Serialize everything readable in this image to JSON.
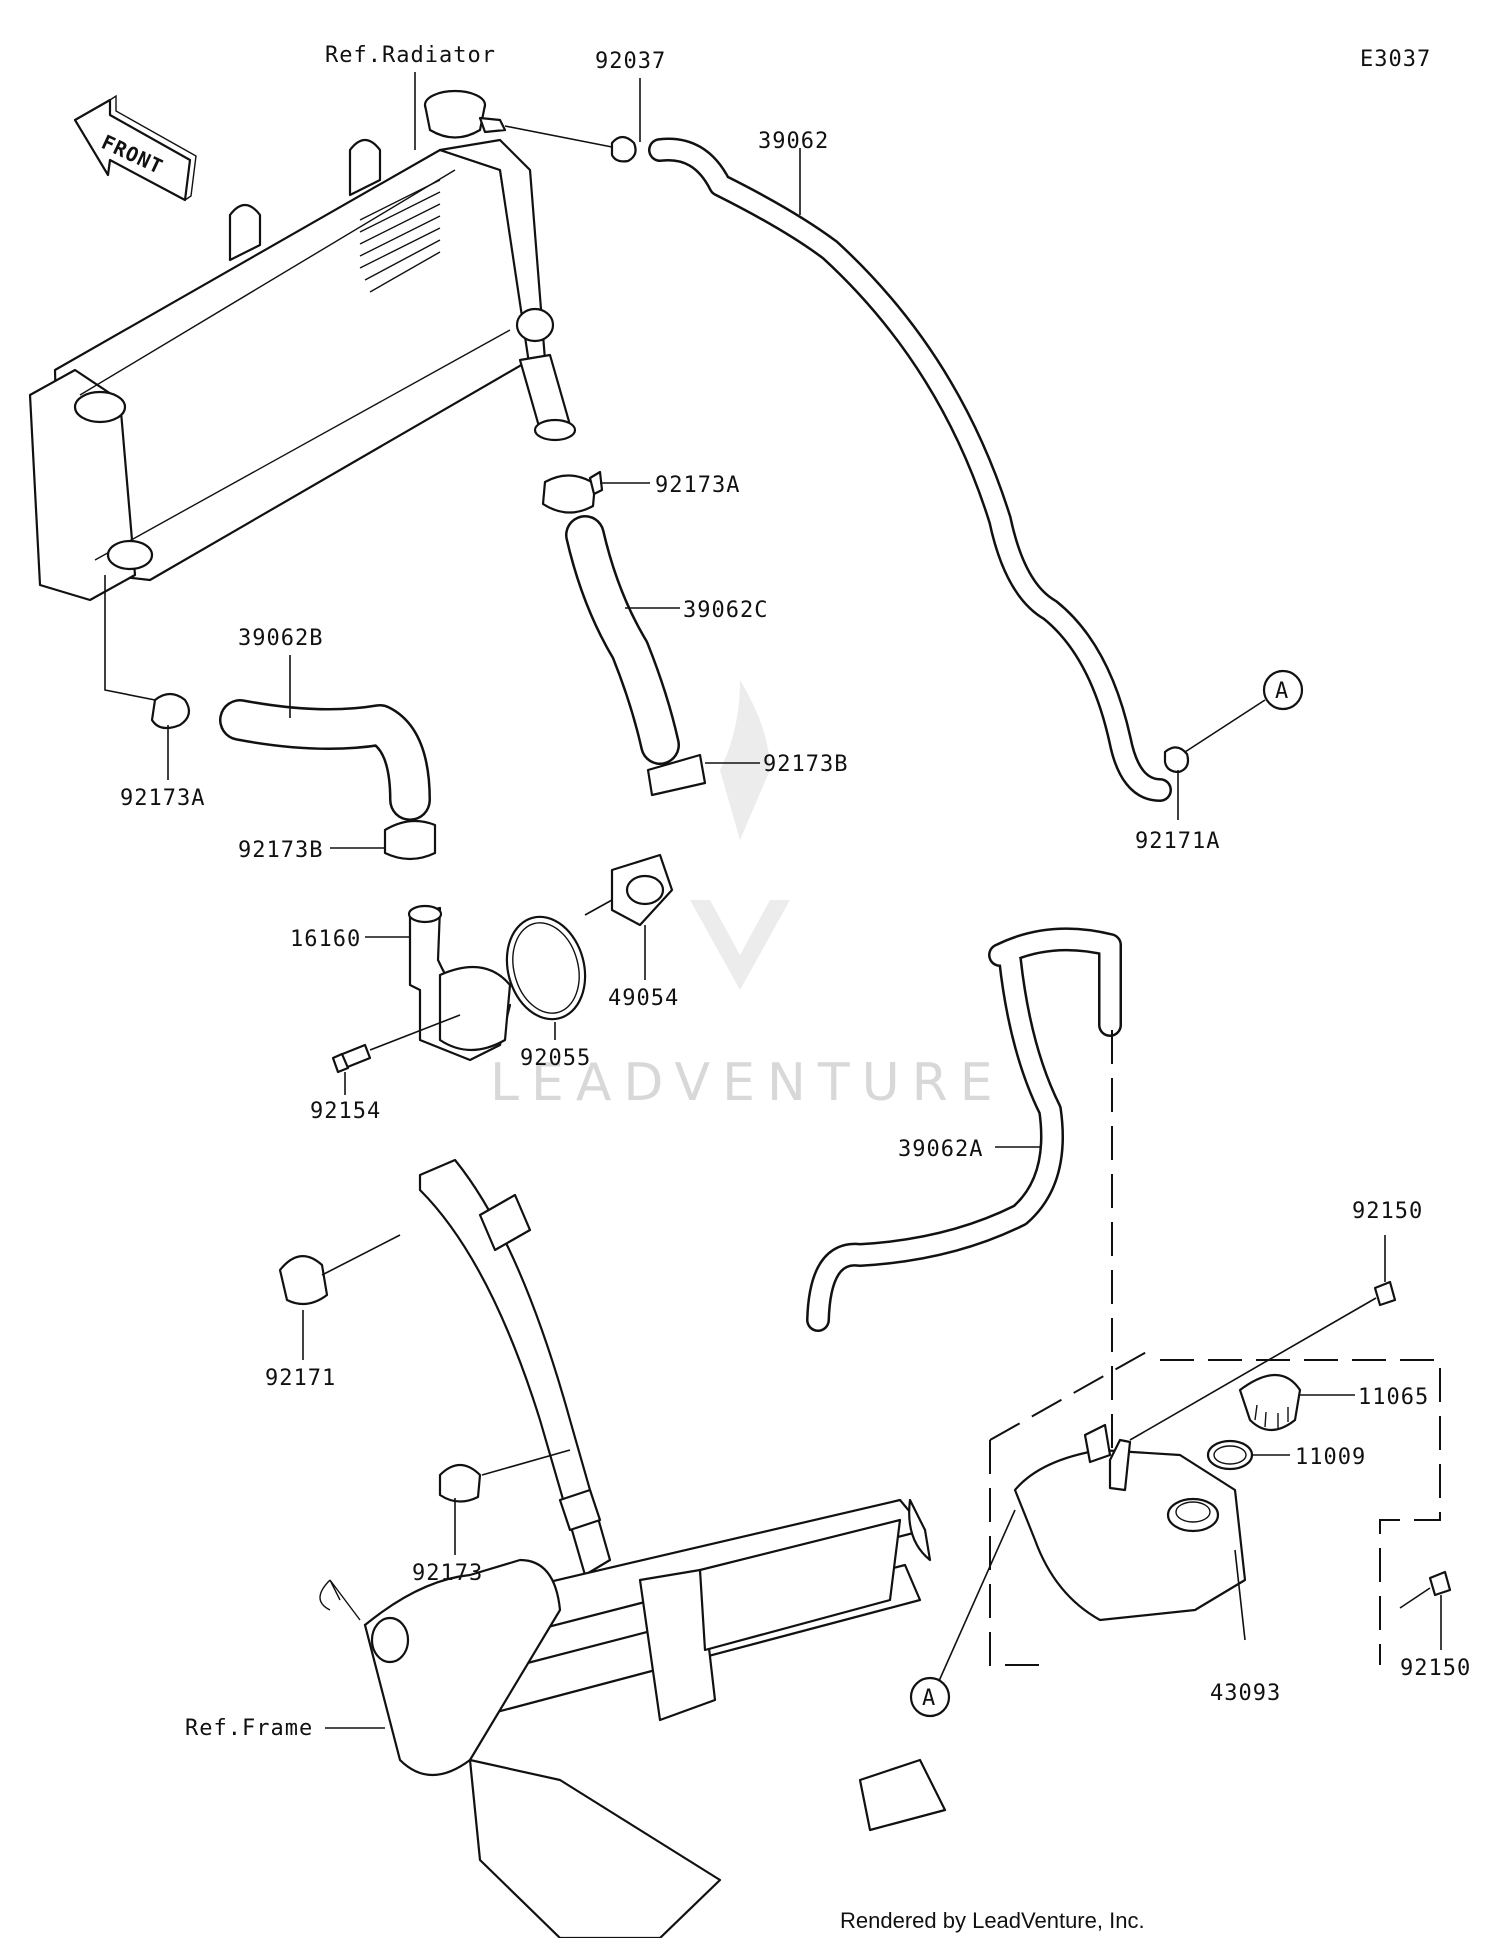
{
  "diagram_code": "E3037",
  "watermark": "LEADVENTURE",
  "footer": "Rendered by LeadVenture, Inc.",
  "front_label": "FRONT",
  "refs": {
    "radiator": "Ref.Radiator",
    "frame": "Ref.Frame"
  },
  "connector_label": "A",
  "parts": [
    {
      "id": "p92037",
      "number": "92037"
    },
    {
      "id": "p39062",
      "number": "39062"
    },
    {
      "id": "p92173A_top",
      "number": "92173A"
    },
    {
      "id": "p39062C",
      "number": "39062C"
    },
    {
      "id": "p92173B_right",
      "number": "92173B"
    },
    {
      "id": "p39062B",
      "number": "39062B"
    },
    {
      "id": "p92173A_left",
      "number": "92173A"
    },
    {
      "id": "p92173B_left",
      "number": "92173B"
    },
    {
      "id": "p92171A",
      "number": "92171A"
    },
    {
      "id": "p16160",
      "number": "16160"
    },
    {
      "id": "p49054",
      "number": "49054"
    },
    {
      "id": "p92055",
      "number": "92055"
    },
    {
      "id": "p92154",
      "number": "92154"
    },
    {
      "id": "p39062A",
      "number": "39062A"
    },
    {
      "id": "p92171",
      "number": "92171"
    },
    {
      "id": "p92173",
      "number": "92173"
    },
    {
      "id": "p92150_top",
      "number": "92150"
    },
    {
      "id": "p11065",
      "number": "11065"
    },
    {
      "id": "p11009",
      "number": "11009"
    },
    {
      "id": "p92150_right",
      "number": "92150"
    },
    {
      "id": "p43093",
      "number": "43093"
    }
  ]
}
